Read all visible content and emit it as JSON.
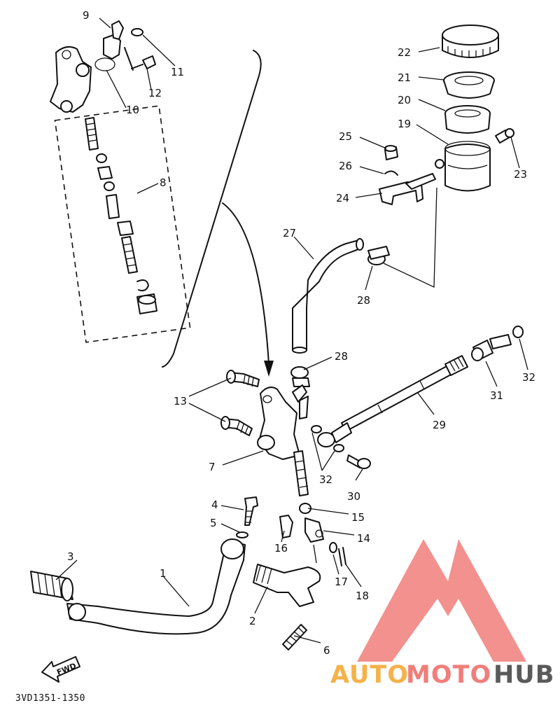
{
  "diagram_code": "3VD1351-1350",
  "fwd_label": "FWD",
  "watermark": {
    "text_auto": "AUTO",
    "text_moto": "MOTO",
    "text_hub": "HUB",
    "color_primary": "#f07e7a",
    "color_accent": "#f5b24a",
    "color_dark": "#5a5a5a",
    "logo_icon": "triangle-m-logo-icon"
  },
  "labels": {
    "n1": "1",
    "n2": "2",
    "n3": "3",
    "n4": "4",
    "n5": "5",
    "n6": "6",
    "n7": "7",
    "n8": "8",
    "n9": "9",
    "n10": "10",
    "n11": "11",
    "n12": "12",
    "n13": "13",
    "n14": "14",
    "n15": "15",
    "n16": "16",
    "n17": "17",
    "n18": "18",
    "n19": "19",
    "n20": "20",
    "n21": "21",
    "n22": "22",
    "n23": "23",
    "n24": "24",
    "n25": "25",
    "n26": "26",
    "n27": "27",
    "n28a": "28",
    "n28b": "28",
    "n29": "29",
    "n30": "30",
    "n31": "31",
    "n32a": "32",
    "n32b": "32"
  }
}
